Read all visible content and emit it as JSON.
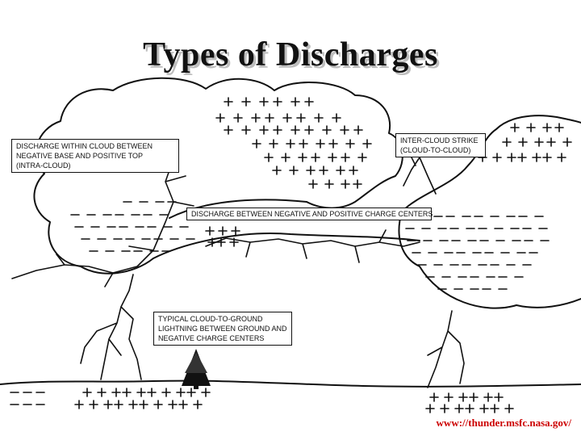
{
  "title": "Types of Discharges",
  "labels": {
    "intra_cloud": [
      "DISCHARGE WITHIN CLOUD BETWEEN",
      "NEGATIVE BASE AND POSITIVE TOP",
      "(INTRA-CLOUD)"
    ],
    "inter_cloud": [
      "INTER-CLOUD  STRIKE",
      "(CLOUD-TO-CLOUD)"
    ],
    "charge_centers": [
      "DISCHARGE BETWEEN NEGATIVE AND POSITIVE CHARGE CENTERS"
    ],
    "cloud_to_ground": [
      "TYPICAL CLOUD-TO-GROUND",
      "LIGHTNING BETWEEN GROUND AND",
      "NEGATIVE CHARGE CENTERS"
    ]
  },
  "source": "www://thunder.msfc.nasa.gov/"
}
